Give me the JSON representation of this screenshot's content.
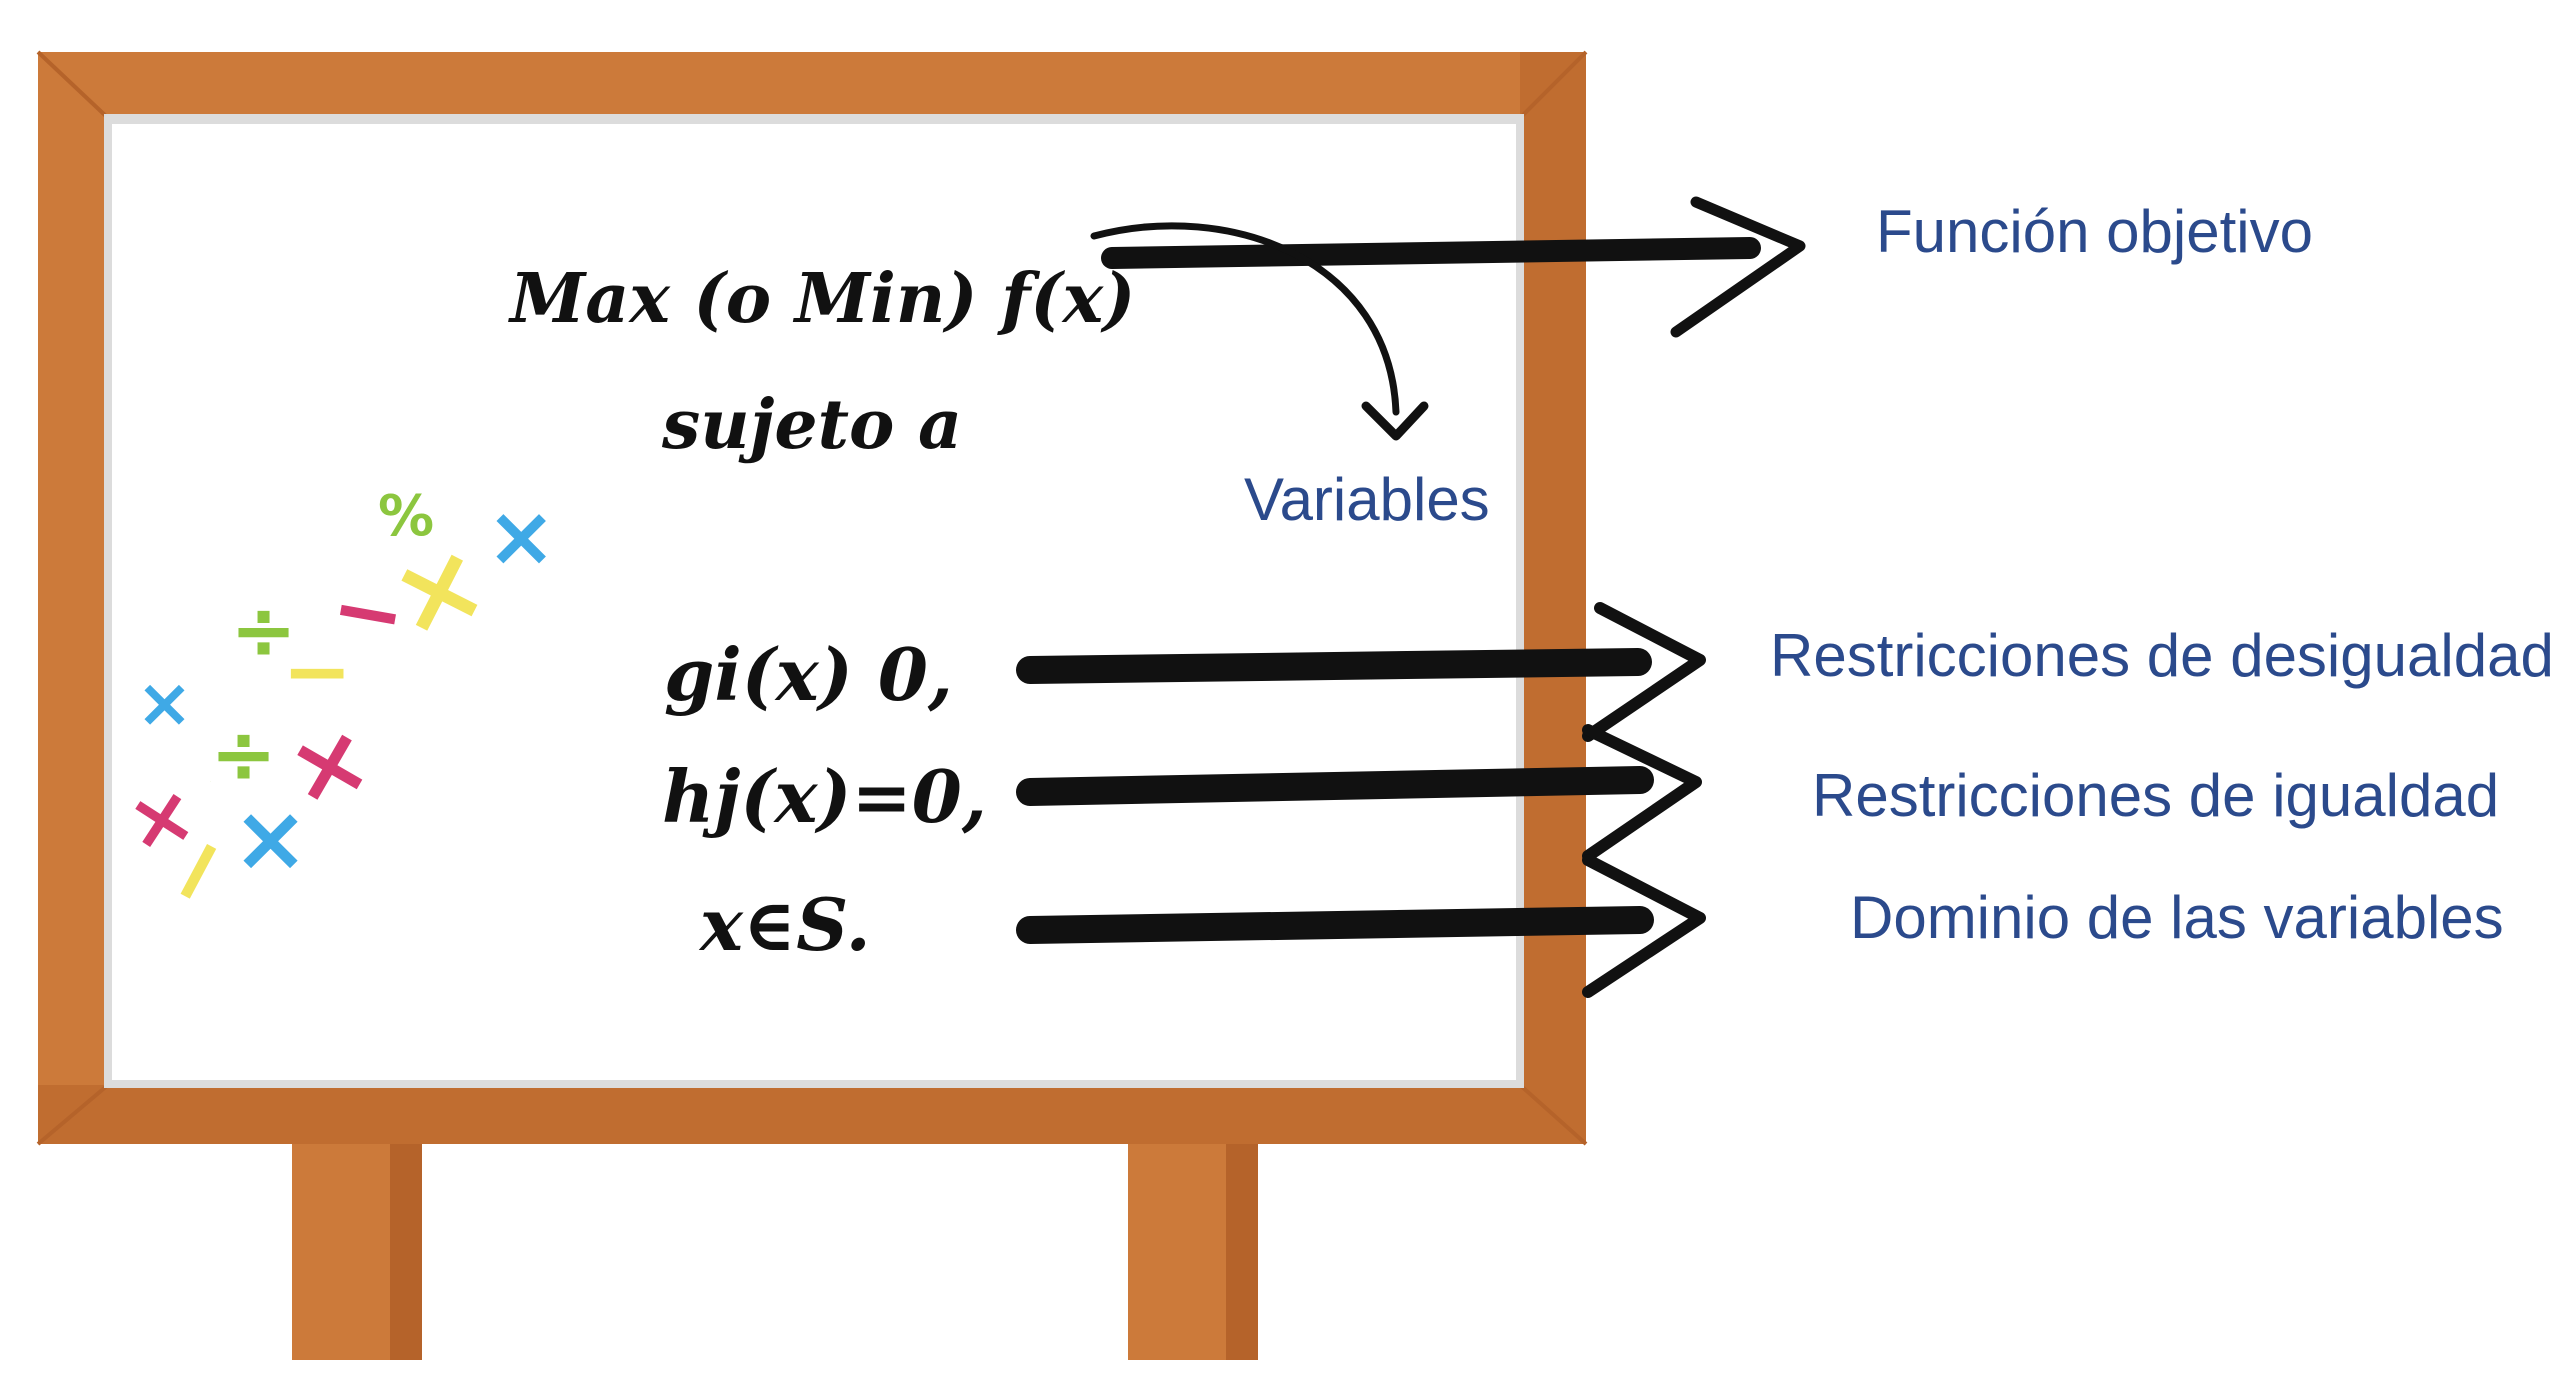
{
  "board": {
    "objective": "Max (o Min) f(x)",
    "subject_to": "sujeto a",
    "constraint_ineq": "gi(x)  0,",
    "constraint_eq": "hj(x)=0,",
    "domain": "x∈S."
  },
  "labels": {
    "objective_function": "Función objetivo",
    "variables": "Variables",
    "inequality_constraints": "Restricciones de desigualdad",
    "equality_constraints": "Restricciones de igualdad",
    "variable_domain": "Dominio de las variables"
  },
  "decorations": {
    "symbols": [
      "%",
      "×",
      "÷",
      "−",
      "×",
      "÷",
      "−",
      "×",
      "÷",
      "×",
      "×",
      "×",
      "−"
    ]
  },
  "colors": {
    "frame": "#cc7a3a",
    "frame_dark": "#b5632a",
    "board": "#ffffff",
    "ink": "#111111",
    "label": "#2b4a8c",
    "sym_green": "#8cc63f",
    "sym_blue": "#3fa9e6",
    "sym_pink": "#d63a72",
    "sym_yellow": "#f2e45c"
  }
}
